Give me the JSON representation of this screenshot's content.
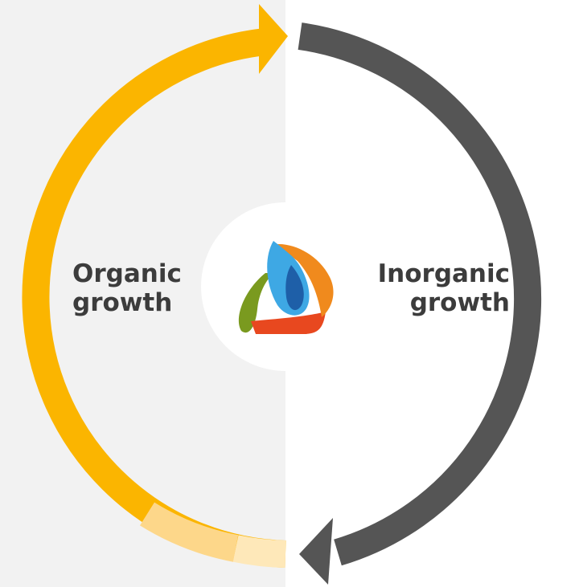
{
  "labels": {
    "left": {
      "line1": "Organic",
      "line2": "growth"
    },
    "right": {
      "line1": "Inorganic",
      "line2": "growth"
    }
  },
  "colors": {
    "left_background": "#f2f2f2",
    "right_background": "#ffffff",
    "organic_arrow": "#fbb500",
    "organic_arrow_faded_1": "#fdd78a",
    "organic_arrow_faded_2": "#fee8b9",
    "inorganic_arrow": "#555555",
    "label_text": "#3c3c3c",
    "center_disc": "#ffffff",
    "logo_blue": "#3ea8e4",
    "logo_dark_blue": "#1e5fa8",
    "logo_orange": "#f08a1d",
    "logo_red": "#e8481f",
    "logo_green": "#7a9a1f"
  },
  "icons": {
    "center": "company-logo-icon"
  }
}
